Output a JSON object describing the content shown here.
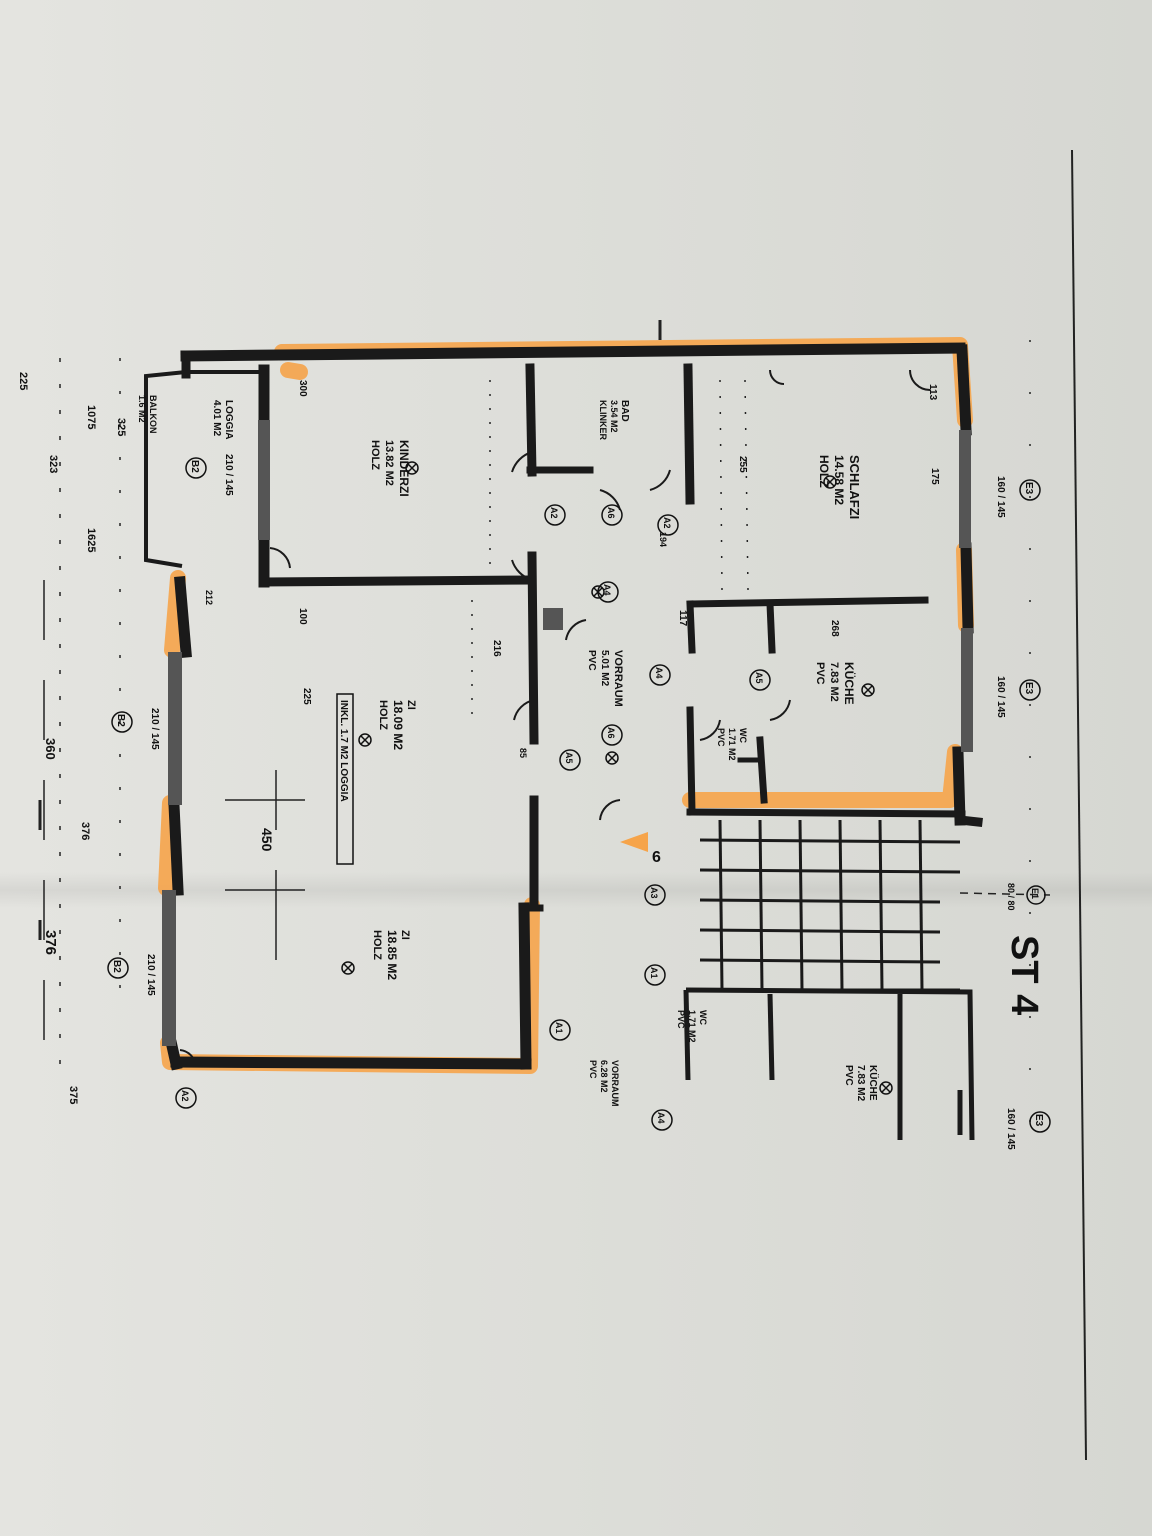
{
  "sheet_id": "ST 4",
  "stair_no": "6",
  "rooms": {
    "schlafzimmer": {
      "name": "SCHLAFZI",
      "area": "14.58 M2",
      "floor": "HOLZ"
    },
    "kinderzimmer": {
      "name": "KINDERZI",
      "area": "13.82 M2",
      "floor": "HOLZ"
    },
    "loggia": {
      "name": "LOGGIA",
      "area": "4.01 M2"
    },
    "balkon": {
      "name": "BALKON",
      "area": "1.6 M2"
    },
    "bad": {
      "name": "BAD",
      "area": "3.54 M2",
      "floor": "KLINKER"
    },
    "kueche": {
      "name": "KÜCHE",
      "area": "7.83 M2",
      "floor": "PVC"
    },
    "vorraum": {
      "name": "VORRAUM",
      "area": "5.01 M2",
      "floor": "PVC"
    },
    "wc": {
      "name": "WC",
      "area": "1.71 M2",
      "floor": "PVC"
    },
    "zimmer_1": {
      "name": "ZI",
      "area": "18.09 M2",
      "floor": "HOLZ",
      "note": "INKL. 1.7 M2 LOGGIA"
    },
    "zimmer_2": {
      "name": "ZI",
      "area": "18.85 M2",
      "floor": "HOLZ"
    },
    "kueche_neighbor": {
      "name": "KÜCHE",
      "area": "7.83 M2",
      "floor": "PVC"
    },
    "vorraum_neighbor": {
      "name": "VORRAUM",
      "area": "6.28 M2",
      "floor": "PVC"
    },
    "wc_neighbor": {
      "name": "WC",
      "area": "1.71 M2",
      "floor": "PVC"
    }
  },
  "windows": [
    {
      "tag": "E3",
      "dims": "160 / 145"
    },
    {
      "tag": "E3",
      "dims": "160 / 145"
    },
    {
      "tag": "B2",
      "dims": "210 / 145"
    },
    {
      "tag": "B2",
      "dims": "210 / 145"
    },
    {
      "tag": "B2",
      "dims": "210 / 145"
    },
    {
      "tag": "E3",
      "dims": "160 / 145"
    },
    {
      "tag": "E1",
      "dims": "80 / 80"
    }
  ],
  "door_tags": [
    "A2",
    "A2",
    "A6",
    "A4",
    "A5",
    "A4",
    "A5",
    "A6",
    "A3",
    "A1",
    "A1",
    "A2",
    "A4"
  ],
  "dimensions_outer": [
    "225",
    "325",
    "1075",
    "323",
    "1625",
    "360",
    "376",
    "376",
    "375"
  ],
  "dimensions_inner": [
    "300",
    "113",
    "175",
    "255",
    "268",
    "117",
    "100",
    "216",
    "225",
    "450",
    "194",
    "85",
    "212"
  ],
  "colors": {
    "highlight": "#f6a44a",
    "wall": "#1a1a1a",
    "ink": "#111111"
  }
}
